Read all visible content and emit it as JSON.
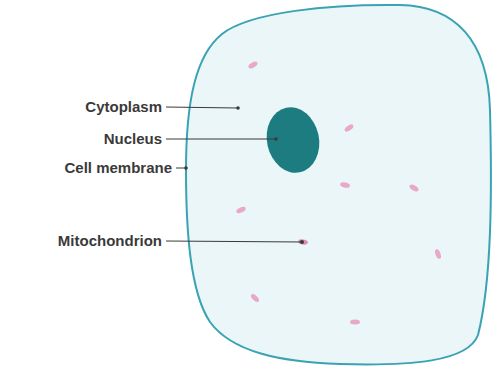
{
  "diagram": {
    "labels": [
      "Cytoplasm",
      "Nucleus",
      "Cell membrane",
      "Mitochondrion"
    ]
  }
}
